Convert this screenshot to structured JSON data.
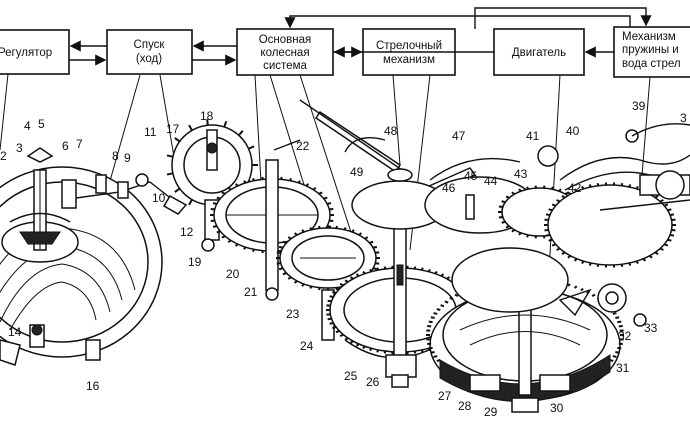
{
  "blocks": {
    "regulator": "Регулятор",
    "escapement": [
      "Спуск",
      "(ход)"
    ],
    "wheel_train": [
      "Основная",
      "колесная",
      "система"
    ],
    "hands": [
      "Стрелочный",
      "механизм"
    ],
    "motor": "Двигатель",
    "winding": [
      "Механизм",
      "пружины и",
      "вода  стрел"
    ]
  },
  "part_labels": [
    "2",
    "3",
    "4",
    "5",
    "6",
    "7",
    "8",
    "9",
    "10",
    "11",
    "12",
    "14",
    "16",
    "17",
    "18",
    "19",
    "20",
    "21",
    "22",
    "23",
    "24",
    "25",
    "26",
    "27",
    "28",
    "29",
    "30",
    "31",
    "32",
    "33",
    "39",
    "40",
    "41",
    "42",
    "43",
    "44",
    "45",
    "46",
    "47",
    "48",
    "49",
    "3"
  ]
}
